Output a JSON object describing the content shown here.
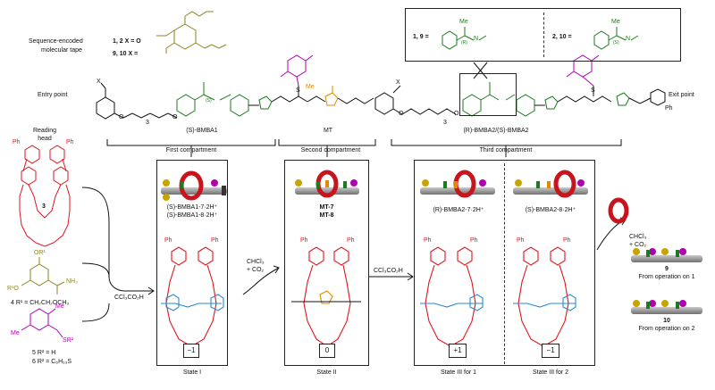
{
  "header": {
    "sequence_label_line1": "Sequence-encoded",
    "sequence_label_line2": "molecular tape",
    "x_o": "1, 2     X = O",
    "x_hn": "9, 10  X =",
    "entry_point": "Entry point",
    "exit_point": "Exit point"
  },
  "inset": {
    "left_label": "1, 9 =",
    "right_label": "2, 10 =",
    "me": "Me",
    "r": "(R)",
    "s": "(S)",
    "nh": "N"
  },
  "tape": {
    "x_mark": "X",
    "s_label": "(S)",
    "s_atom": "S",
    "me_mt": "Me",
    "subscript_3a": "3",
    "subscript_3b": "3",
    "o_atoms": [
      "O",
      "O",
      "O",
      "O"
    ],
    "bmba1": "(S)-BMBA1",
    "mt": "MT",
    "bmba2": "(R)-BMBA2/(S)-BMBA2",
    "benzyl": "Ph"
  },
  "compartments": [
    "First compartment",
    "Second compartment",
    "Third compartment"
  ],
  "reagents": {
    "reading_head_line1": "Reading",
    "reading_head_line2": "head",
    "head_num": "3",
    "ph": "Ph",
    "r1o": "OR¹",
    "r1o_left": "R¹O",
    "hydrazide": "NH₂",
    "cpd4": "4 R¹ = CH₂CH₂OCH₃",
    "cpd5": "5 R² = H",
    "cpd6": "6 R² = C₆H₁₃S",
    "sr2": "SR²",
    "me": "Me",
    "cl3": "CCl₃CO₂H",
    "chcl3_line1": "CHCl₃",
    "chcl3_line2": "+ CO₂",
    "cl3_mid": "CCl₃CO₂H",
    "chcl3_right1": "CHCl₃",
    "chcl3_right2": "+ CO₂"
  },
  "states": {
    "state1_line1": "(S)-BMBA1-7·2H⁺",
    "state1_line2": "(S)-BMBA1-8·2H⁺",
    "state1_value": "−1",
    "state1_caption": "State I",
    "state2_line1": "MT-7",
    "state2_line2": "MT-8",
    "state2_value": "0",
    "state2_caption": "State II",
    "state3a_line1": "(R)-BMBA2-7·2H⁺",
    "state3a_value": "+1",
    "state3a_caption": "State III for 1",
    "state3b_line1": "(S)-BMBA2-8·2H⁺",
    "state3b_value": "−1",
    "state3b_caption": "State III for 2"
  },
  "products": {
    "p9": "9",
    "p9_caption": "From operation on 1",
    "p10": "10",
    "p10_caption": "From operation on 2"
  },
  "colors": {
    "gold": "#8c8420",
    "green": "#1e7a1e",
    "magenta": "#b000b0",
    "orange": "#e08a00",
    "red": "#e0141c",
    "blue": "#2a8ad0",
    "grey": "#9a9a9a"
  }
}
